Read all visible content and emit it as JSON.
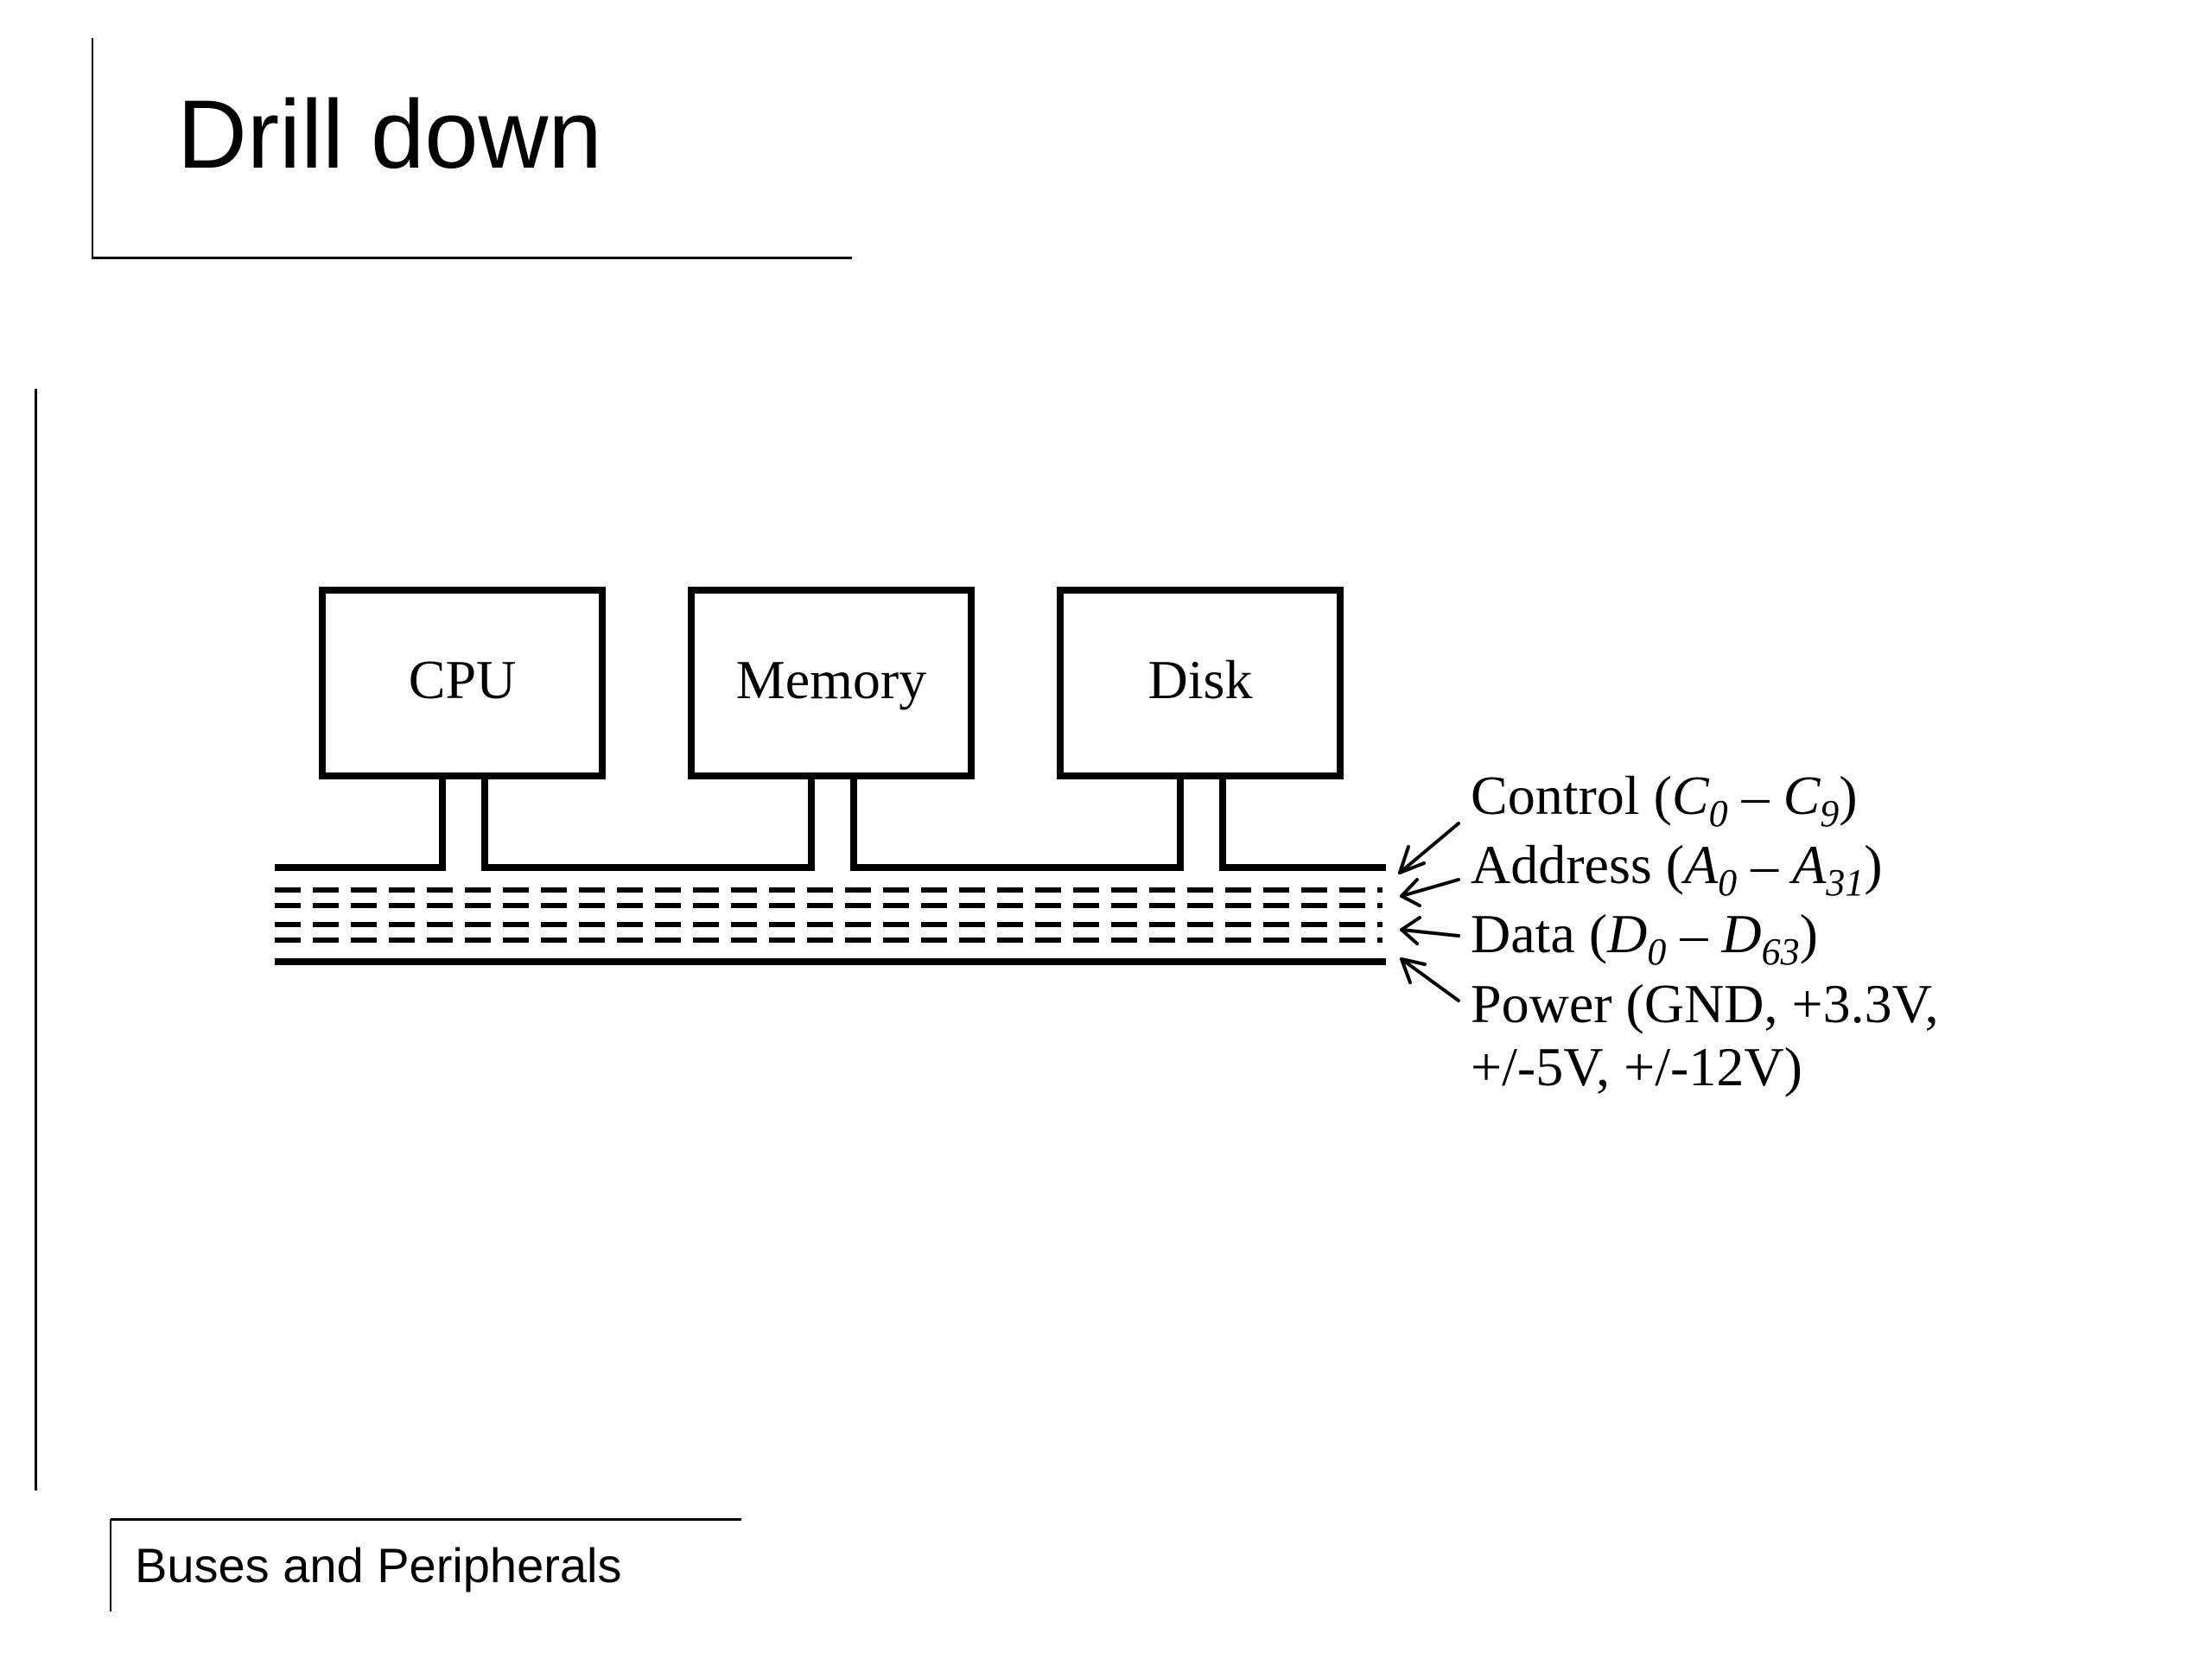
{
  "slide": {
    "title": "Drill down",
    "footer": "Buses and Peripherals"
  },
  "diagram": {
    "components": [
      "CPU",
      "Memory",
      "Disk"
    ],
    "bus_lines": [
      {
        "name": "Control",
        "open": " (",
        "sym": "C",
        "lo": "0",
        "dash": " – ",
        "hi": "9",
        "close": ")"
      },
      {
        "name": "Address",
        "open": " (",
        "sym": "A",
        "lo": "0",
        "dash": " – ",
        "hi": "31",
        "close": ")"
      },
      {
        "name": "Data",
        "open": " (",
        "sym": "D",
        "lo": "0",
        "dash": " – ",
        "hi": "63",
        "close": ")"
      }
    ],
    "power": {
      "line1": "Power (GND, +3.3V,",
      "line2": "+/-5V, +/-12V)"
    }
  }
}
